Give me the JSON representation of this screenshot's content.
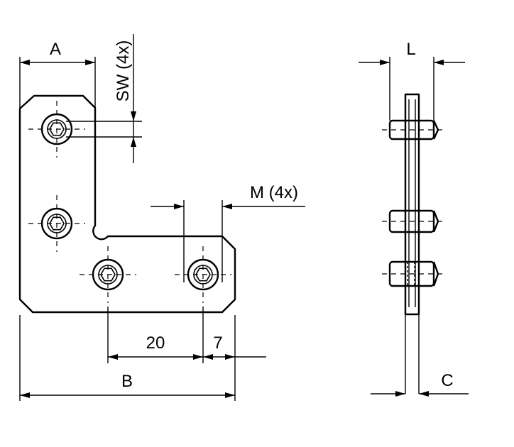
{
  "labels": {
    "dim_a": "A",
    "dim_b": "B",
    "dim_l": "L",
    "dim_c": "C",
    "dim_20": "20",
    "dim_7": "7",
    "sw": "SW (4x)",
    "m": "M (4x)"
  },
  "colors": {
    "line": "#000000",
    "background": "#ffffff"
  }
}
